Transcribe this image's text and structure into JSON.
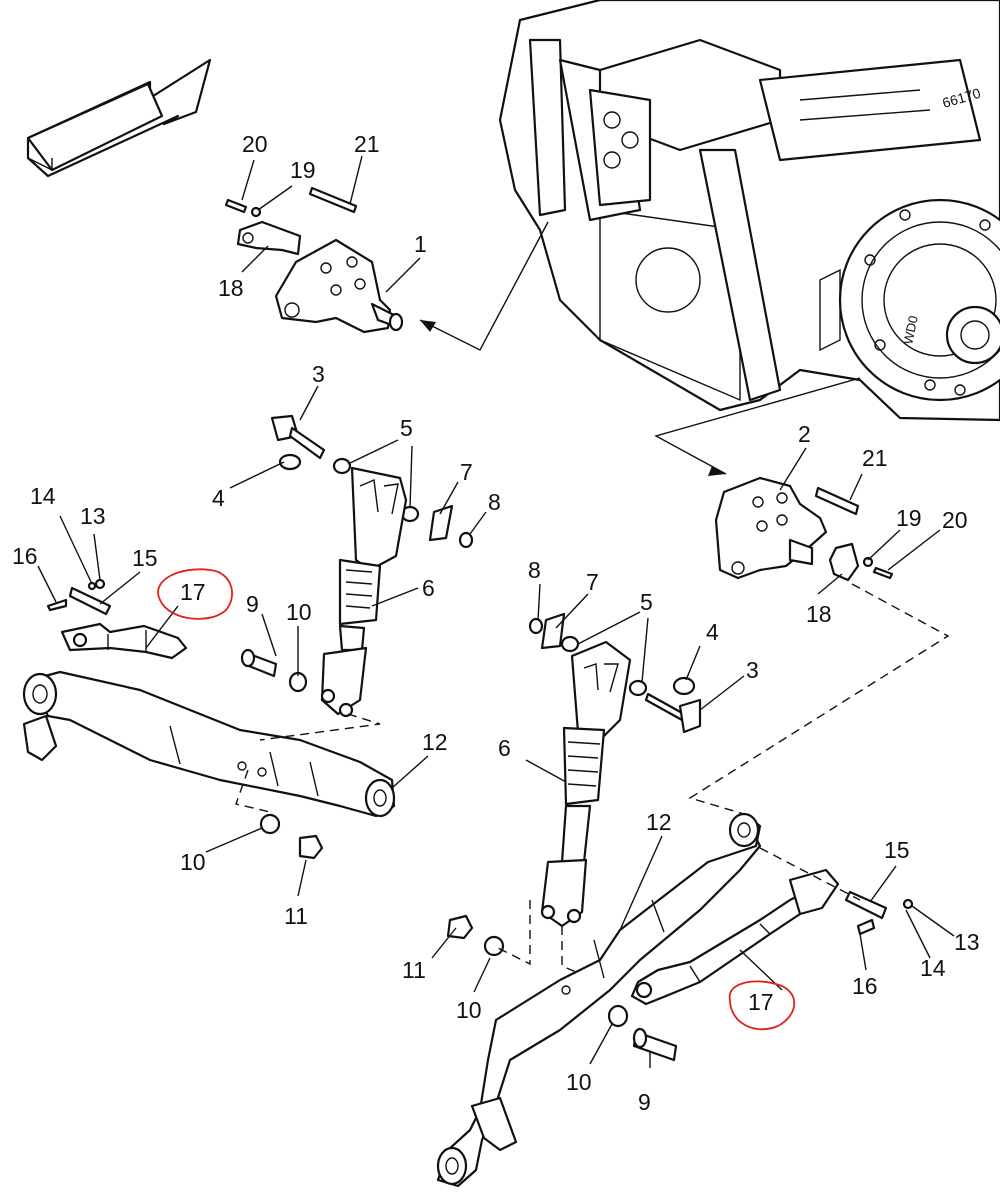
{
  "callouts": {
    "c1": "1",
    "c2": "2",
    "c3a": "3",
    "c3b": "3",
    "c4a": "4",
    "c4b": "4",
    "c5a": "5",
    "c5b": "5",
    "c6a": "6",
    "c6b": "6",
    "c7a": "7",
    "c7b": "7",
    "c8a": "8",
    "c8b": "8",
    "c9a": "9",
    "c9b": "9",
    "c10a": "10",
    "c10b": "10",
    "c10c": "10",
    "c10d": "10",
    "c11a": "11",
    "c11b": "11",
    "c12a": "12",
    "c12b": "12",
    "c13a": "13",
    "c13b": "13",
    "c14a": "14",
    "c14b": "14",
    "c15a": "15",
    "c15b": "15",
    "c16a": "16",
    "c16b": "16",
    "c17a": "17",
    "c17b": "17",
    "c18a": "18",
    "c18b": "18",
    "c19a": "19",
    "c19b": "19",
    "c20a": "20",
    "c20b": "20",
    "c21a": "21",
    "c21b": "21"
  },
  "housing_stamp": "66170",
  "hub_stamp": "WD0",
  "highlight_color": "#e0201c"
}
